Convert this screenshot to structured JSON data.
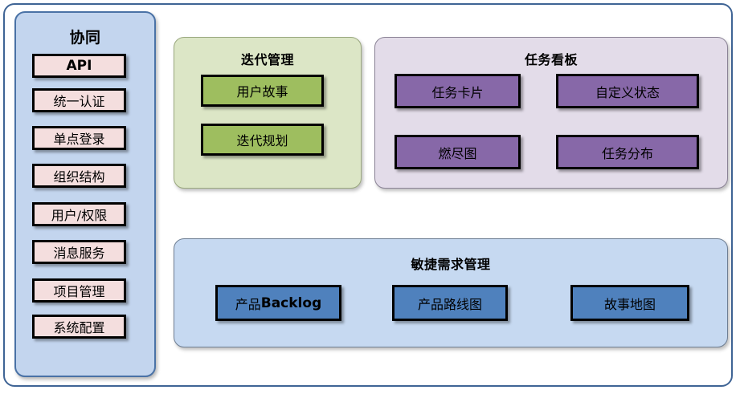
{
  "diagram": {
    "title_hidden": "",
    "colors": {
      "outer_frame_border": "#3F6495",
      "collab_panel_bg": "#C3D5EE",
      "collab_panel_border": "#4A72A6",
      "iteration_panel_bg": "#DCE6C6",
      "taskboard_panel_bg": "#E3DCE9",
      "agile_panel_bg": "#C6D9F1",
      "pink_box": "#F4DEDE",
      "green_box": "#9EBE5F",
      "purple_box": "#8768A8",
      "blue_box": "#4F81BD",
      "box_border": "#000000"
    }
  },
  "sidebar": {
    "title": "协同",
    "items": [
      {
        "label": "API",
        "style": "latin"
      },
      {
        "label": "统一认证",
        "style": "cjk"
      },
      {
        "label": "单点登录",
        "style": "cjk"
      },
      {
        "label": "组织结构",
        "style": "cjk"
      },
      {
        "label": "用户/权限",
        "style": "cjk"
      },
      {
        "label": "消息服务",
        "style": "cjk"
      },
      {
        "label": "项目管理",
        "style": "cjk"
      },
      {
        "label": "系统配置",
        "style": "cjk"
      }
    ]
  },
  "iteration": {
    "title": "迭代管理",
    "items": [
      {
        "label": "用户故事"
      },
      {
        "label": "迭代规划"
      }
    ]
  },
  "taskboard": {
    "title": "任务看板",
    "items": [
      {
        "label": "任务卡片"
      },
      {
        "label": "自定义状态"
      },
      {
        "label": "燃尽图"
      },
      {
        "label": "任务分布"
      }
    ]
  },
  "agile": {
    "title": "敏捷需求管理",
    "items": [
      {
        "label_cjk": "产品",
        "label_latin": "Backlog",
        "label": "产品Backlog"
      },
      {
        "label": "产品路线图"
      },
      {
        "label": "故事地图"
      }
    ]
  }
}
